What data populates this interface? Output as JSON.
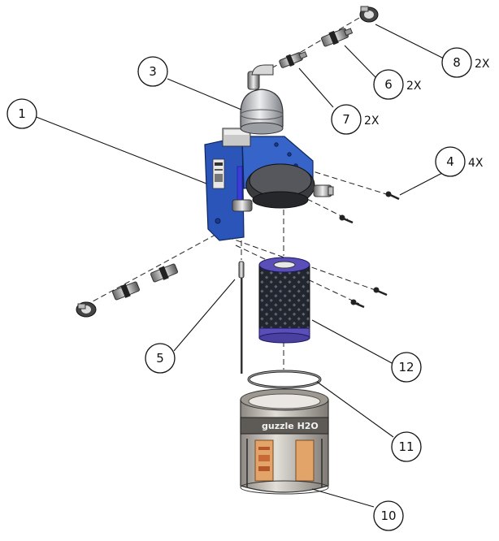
{
  "diagram": {
    "callouts": [
      {
        "number": "1",
        "qty": ""
      },
      {
        "number": "3",
        "qty": ""
      },
      {
        "number": "4",
        "qty": "4X"
      },
      {
        "number": "5",
        "qty": ""
      },
      {
        "number": "6",
        "qty": "2X"
      },
      {
        "number": "7",
        "qty": "2X"
      },
      {
        "number": "8",
        "qty": "2X"
      },
      {
        "number": "10",
        "qty": ""
      },
      {
        "number": "11",
        "qty": ""
      },
      {
        "number": "12",
        "qty": ""
      }
    ],
    "canister_label": "guzzle H2O",
    "colors": {
      "housing": "#2b55b8",
      "filter_mesh": "#2a2f38",
      "filter_band": "#5a4fb8",
      "canister": "#c9c4bc",
      "label_panel": "#e3a46a"
    }
  }
}
